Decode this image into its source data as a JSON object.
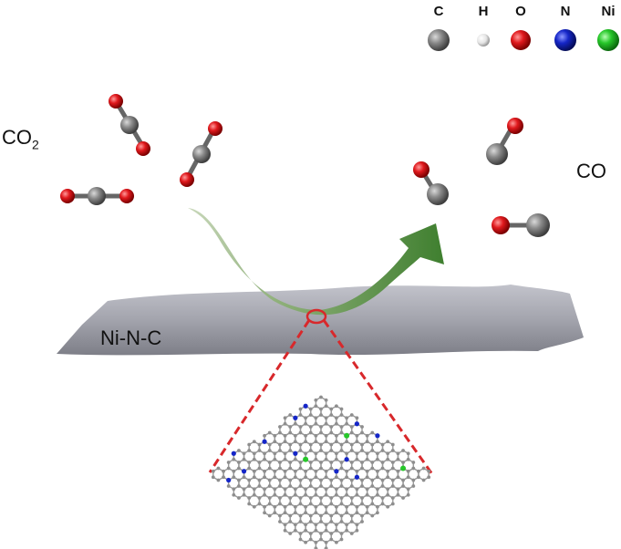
{
  "legend": {
    "items": [
      {
        "symbol": "C",
        "color": "#7a7a7a"
      },
      {
        "symbol": "H",
        "color": "#e6e6e6"
      },
      {
        "symbol": "O",
        "color": "#e0191d"
      },
      {
        "symbol": "N",
        "color": "#1526c8"
      },
      {
        "symbol": "Ni",
        "color": "#27c72a"
      }
    ]
  },
  "labels": {
    "reactant": "CO",
    "reactant_subscript": "2",
    "product": "CO",
    "catalyst": "Ni-N-C"
  },
  "colors": {
    "carbon": "#7a7a7a",
    "oxygen": "#e0191d",
    "nitrogen": "#1526c8",
    "nickel": "#27c72a",
    "sheet": "#a9aab3",
    "arrow": "#4f8a3a",
    "zoom_outline": "#d8282b"
  }
}
